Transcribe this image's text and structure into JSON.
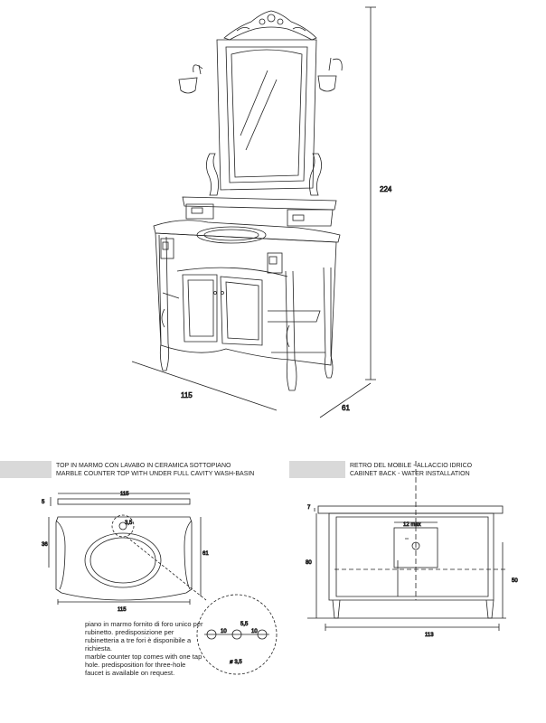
{
  "main_view": {
    "height_dim": "224",
    "width_dim": "115",
    "depth_dim": "61"
  },
  "top_section": {
    "caption_line1": "TOP IN MARMO CON LAVABO IN CERAMICA SOTTOPIANO",
    "caption_line2": "MARBLE COUNTER TOP WITH UNDER FULL CAVITY WASH-BASIN",
    "dims": {
      "top_width": "115",
      "thickness": "5",
      "depth_left": "36",
      "depth_right": "61",
      "bottom_width": "115",
      "hole": "3,5"
    },
    "detail_dims": {
      "d10a": "10",
      "d55": "5,5",
      "d10b": "10",
      "diam": "ø 3,5"
    },
    "note_it": "piano in marmo fornito di  foro unico per rubinetto. predisposizione per rubinetteria a tre fori è disponibile a richiesta.",
    "note_en": "marble counter top comes with one tap hole. predisposition for three-hole faucet is available on request."
  },
  "back_section": {
    "caption_line1": "RETRO DEL MOBILE - ALLACCIO IDRICO",
    "caption_line2": "CABINET BACK - WATER INSTALLATION",
    "dims": {
      "top_thickness": "7",
      "max_label": "12 max",
      "height": "80",
      "water_height": "50",
      "width": "113"
    }
  }
}
